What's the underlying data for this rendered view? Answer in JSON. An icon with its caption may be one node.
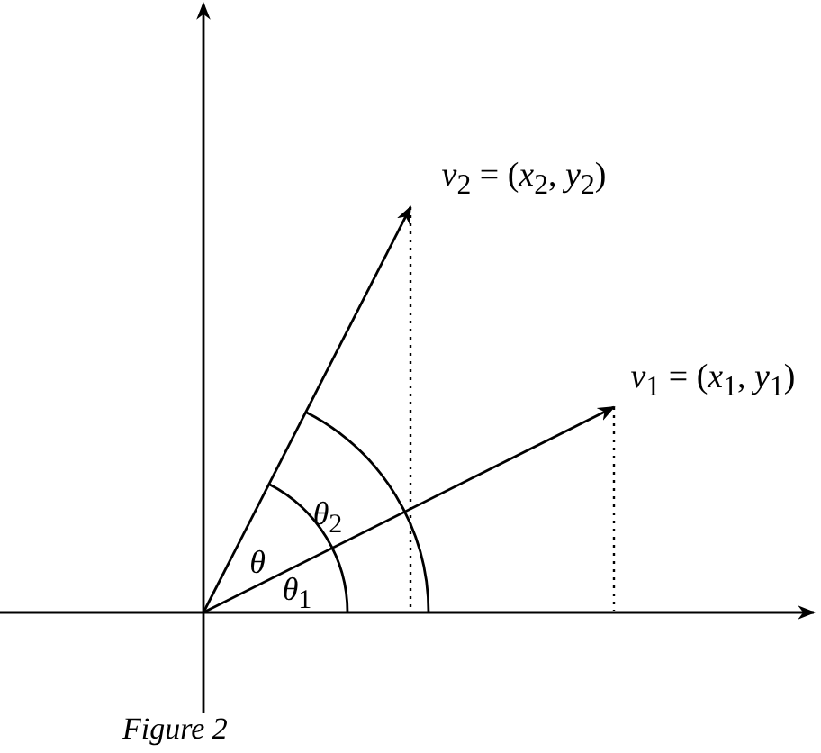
{
  "diagram": {
    "caption": "Figure 2",
    "labels": [
      "*v*$_{2}$ = (*x*$_{2}$, *y*$_{2}$)",
      "*v*$_{1}$ = (*x*$_{1}$, *y*$_{1}$)",
      "*θ*$_{2}$",
      "*θ*",
      "*θ*$_{1}$"
    ]
  }
}
